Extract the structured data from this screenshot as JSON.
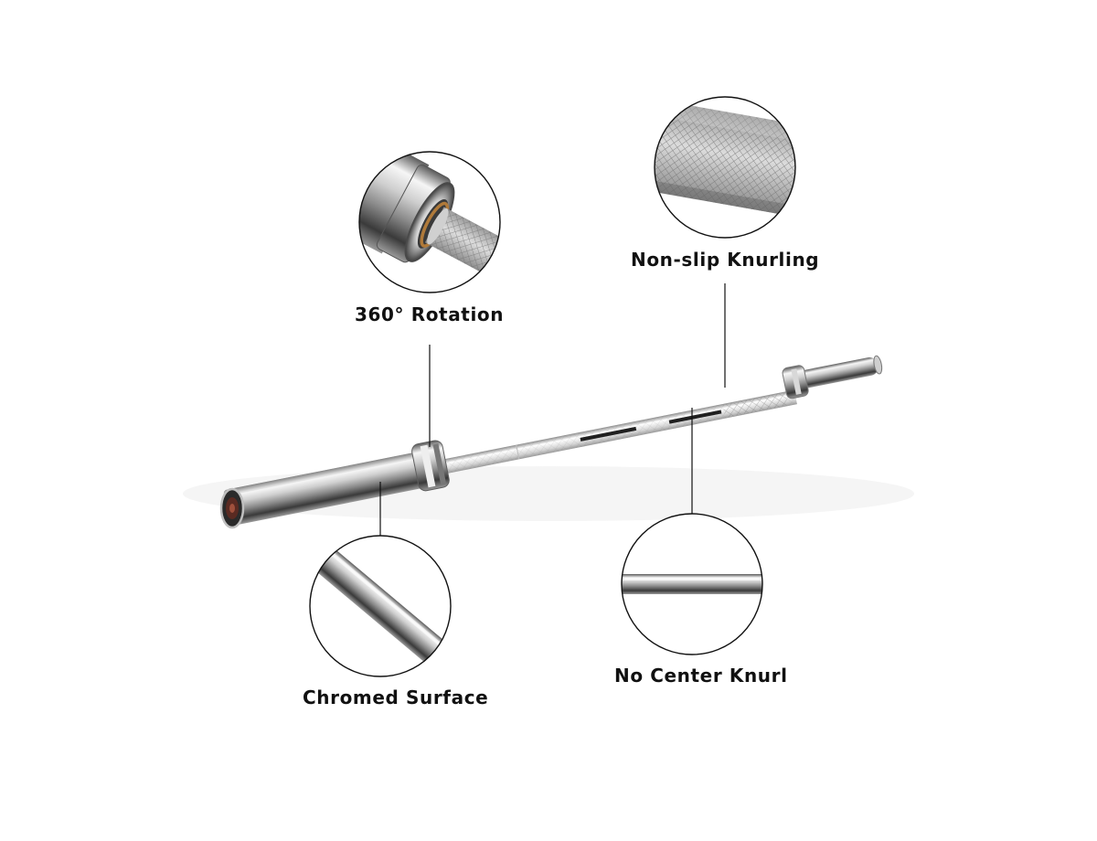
{
  "features": {
    "rotation": {
      "label": "360° Rotation",
      "icon": "sleeve-rotation-closeup"
    },
    "knurling": {
      "label": "Non-slip Knurling",
      "icon": "knurled-grip-closeup"
    },
    "chromed": {
      "label": "Chromed Surface",
      "icon": "chromed-shaft-closeup"
    },
    "center": {
      "label": "No Center Knurl",
      "icon": "smooth-center-closeup"
    }
  },
  "colors": {
    "background": "#ffffff",
    "text": "#111111",
    "chrome_light": "#f4f4f4",
    "chrome_dark": "#2a2a2a",
    "bronze_bushing": "#b07a3a"
  }
}
